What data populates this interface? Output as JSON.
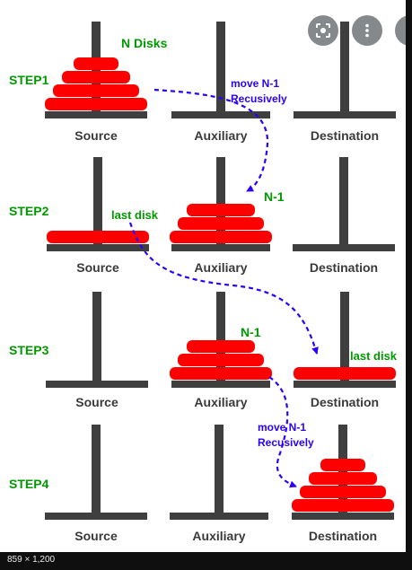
{
  "image_badge": "859 × 1,200",
  "controls": {
    "lens_icon": "lens-icon",
    "more_icon": "more-vert-icon",
    "next_icon": "chevron-right-icon"
  },
  "colors": {
    "disk": "#ff0000",
    "peg": "#3f3f3f",
    "step_label": "#009900",
    "annotation_green": "#009900",
    "arrow": "#2a00ff",
    "peg_label": "#3a3a3a"
  },
  "steps": [
    {
      "label": "STEP1",
      "pegs": [
        "Source",
        "Auxiliary",
        "Destination"
      ],
      "disks": [
        4,
        0,
        0
      ]
    },
    {
      "label": "STEP2",
      "pegs": [
        "Source",
        "Auxiliary",
        "Destination"
      ],
      "disks": [
        1,
        3,
        0
      ]
    },
    {
      "label": "STEP3",
      "pegs": [
        "Source",
        "Auxiliary",
        "Destination"
      ],
      "disks": [
        0,
        3,
        1
      ]
    },
    {
      "label": "STEP4",
      "pegs": [
        "Source",
        "Auxiliary",
        "Destination"
      ],
      "disks": [
        0,
        0,
        4
      ]
    }
  ],
  "annotations": {
    "n_disks": "N Disks",
    "move_step1_line1": "move N-1",
    "move_step1_line2": "Recusively",
    "n1_step2": "N-1",
    "last_disk_step2": "last disk",
    "n1_step3": "N-1",
    "last_disk_step3": "last disk",
    "move_step3_line1": "move N-1",
    "move_step3_line2": "Recusively"
  }
}
